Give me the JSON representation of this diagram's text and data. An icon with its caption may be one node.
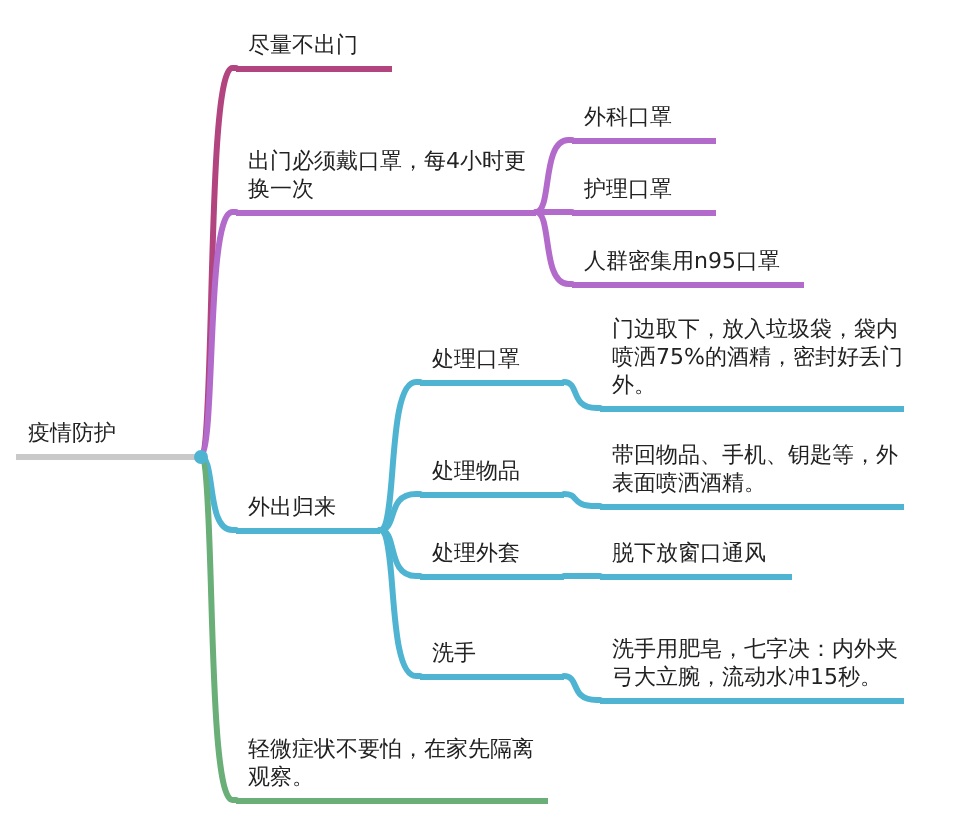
{
  "diagram": {
    "nodes": [
      {
        "text": [
          "疫情防护"
        ]
      },
      {
        "text": [
          "尽量不出门"
        ]
      },
      {
        "text": [
          "出门必须戴口罩，每4小时更换一次"
        ]
      },
      {
        "text": [
          "外科口罩"
        ]
      },
      {
        "text": [
          "护理口罩"
        ]
      },
      {
        "text": [
          "人群密集用n95口罩"
        ]
      },
      {
        "text": [
          "外出归来"
        ]
      },
      {
        "text": [
          "处理口罩"
        ]
      },
      {
        "text": [
          "门边取下，放入垃圾袋，袋内喷洒75%的酒精，密封好丢门外。"
        ]
      },
      {
        "text": [
          "处理物品"
        ]
      },
      {
        "text": [
          "带回物品、手机、钥匙等，外表面喷洒酒精。"
        ]
      },
      {
        "text": [
          "处理外套"
        ]
      },
      {
        "text": [
          "脱下放窗口通风"
        ]
      },
      {
        "text": [
          "洗手"
        ]
      },
      {
        "text": [
          "洗手用肥皂，七字决：内外夹弓大立腕，流动水冲15秒。"
        ]
      },
      {
        "text": [
          "轻微症状不要怕，在家先隔离观察。"
        ]
      }
    ],
    "edges": [
      {
        "from": 0,
        "to": 1,
        "arrow": "none",
        "color": "#b2447f"
      },
      {
        "from": 0,
        "to": 2,
        "arrow": "none",
        "color": "#b36bcb"
      },
      {
        "from": 2,
        "to": 3,
        "arrow": "none",
        "color": "#b36bcb"
      },
      {
        "from": 2,
        "to": 4,
        "arrow": "none",
        "color": "#b36bcb"
      },
      {
        "from": 2,
        "to": 5,
        "arrow": "none",
        "color": "#b36bcb"
      },
      {
        "from": 0,
        "to": 6,
        "arrow": "none"
      },
      {
        "from": 6,
        "to": 7,
        "arrow": "none"
      },
      {
        "from": 7,
        "to": 8,
        "arrow": "none"
      },
      {
        "from": 6,
        "to": 9,
        "arrow": "none"
      },
      {
        "from": 9,
        "to": 10,
        "arrow": "none"
      },
      {
        "from": 6,
        "to": 11,
        "arrow": "none"
      },
      {
        "from": 11,
        "to": 12,
        "arrow": "none"
      },
      {
        "from": 6,
        "to": 13,
        "arrow": "none"
      },
      {
        "from": 13,
        "to": 14,
        "arrow": "none"
      },
      {
        "from": 0,
        "to": 15,
        "arrow": "none",
        "color": "#6aae78"
      }
    ]
  }
}
